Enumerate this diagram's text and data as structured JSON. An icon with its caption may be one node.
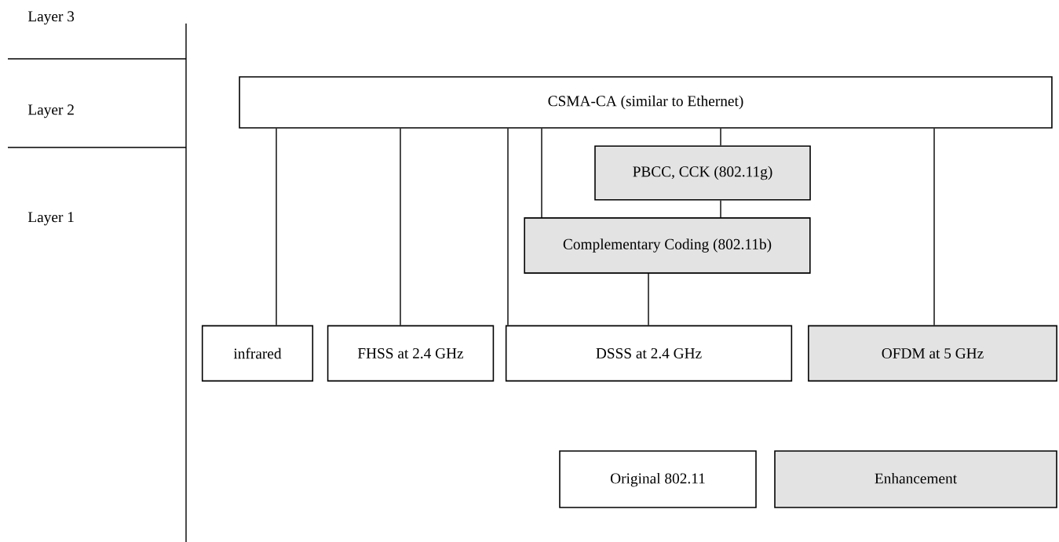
{
  "diagram": {
    "nodes": [
      {
        "text": [
          "CSMA-CA (similar to Ethernet)"
        ]
      },
      {
        "text": [
          "PBCC, CCK (802.11g)"
        ]
      },
      {
        "text": [
          "Complementary Coding (802.11b)"
        ]
      },
      {
        "text": [
          "infrared"
        ]
      },
      {
        "text": [
          "FHSS at 2.4 GHz"
        ]
      },
      {
        "text": [
          "DSSS at 2.4 GHz"
        ]
      },
      {
        "text": [
          "OFDM at 5 GHz"
        ]
      }
    ],
    "edges": [
      {
        "from": 0,
        "to": 3,
        "arrow": "none"
      },
      {
        "from": 0,
        "to": 4,
        "arrow": "none"
      },
      {
        "from": 0,
        "to": 5,
        "arrow": "none"
      },
      {
        "from": 0,
        "to": 2,
        "arrow": "none"
      },
      {
        "from": 0,
        "to": 1,
        "arrow": "none"
      },
      {
        "from": 1,
        "to": 2,
        "arrow": "none"
      },
      {
        "from": 2,
        "to": 5,
        "arrow": "none"
      },
      {
        "from": 0,
        "to": 6,
        "arrow": "none"
      }
    ],
    "labels": [
      "Layer 3",
      "Layer 2",
      "Layer 1"
    ],
    "legend": [
      {
        "text": "Original 802.11"
      },
      {
        "text": "Enhancement",
        "color": "#e3e3e3"
      }
    ]
  }
}
